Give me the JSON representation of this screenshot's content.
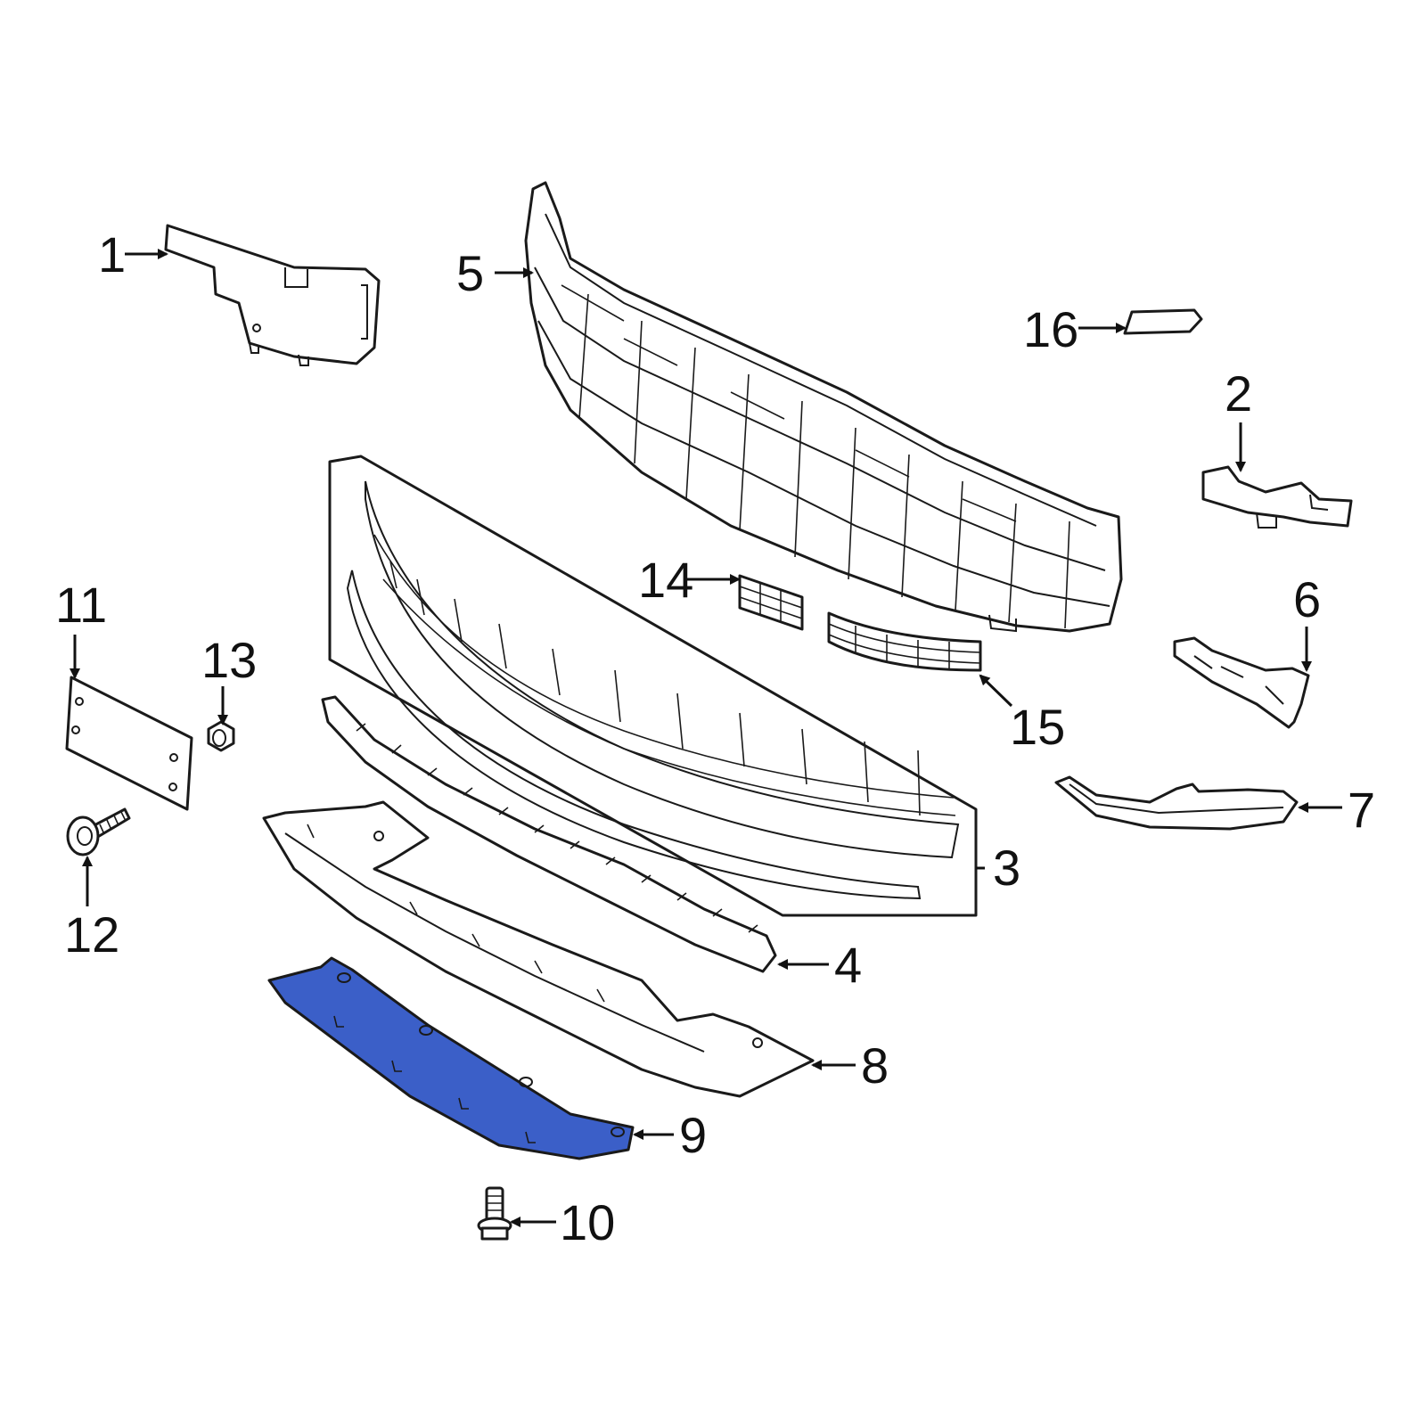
{
  "colors": {
    "line": "#1a1a1a",
    "highlight": "#3b5fc8",
    "background": "#ffffff"
  },
  "highlighted_part": "9",
  "callouts": [
    {
      "id": "c1",
      "label": "1"
    },
    {
      "id": "c2",
      "label": "2"
    },
    {
      "id": "c3",
      "label": "3"
    },
    {
      "id": "c4",
      "label": "4"
    },
    {
      "id": "c5",
      "label": "5"
    },
    {
      "id": "c6",
      "label": "6"
    },
    {
      "id": "c7",
      "label": "7"
    },
    {
      "id": "c8",
      "label": "8"
    },
    {
      "id": "c9",
      "label": "9"
    },
    {
      "id": "c10",
      "label": "10"
    },
    {
      "id": "c11",
      "label": "11"
    },
    {
      "id": "c12",
      "label": "12"
    },
    {
      "id": "c13",
      "label": "13"
    },
    {
      "id": "c14",
      "label": "14"
    },
    {
      "id": "c15",
      "label": "15"
    },
    {
      "id": "c16",
      "label": "16"
    }
  ]
}
